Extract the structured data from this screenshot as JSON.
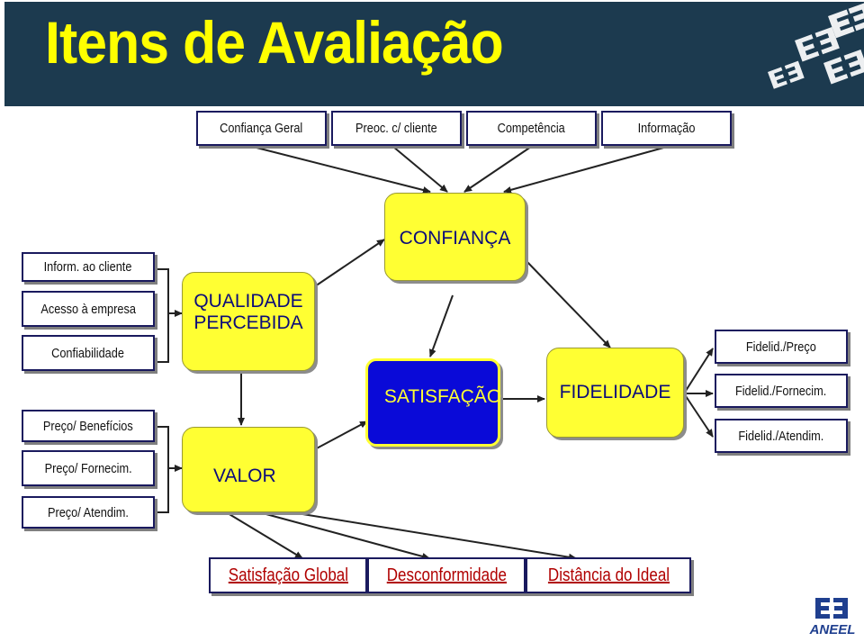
{
  "header": {
    "title": "Itens de Avaliação"
  },
  "top_items": [
    "Confiança Geral",
    "Preoc. c/ cliente",
    "Competência",
    "Informação"
  ],
  "left_items": [
    "Inform. ao cliente",
    "Acesso à empresa",
    "Confiabilidade"
  ],
  "price_items": [
    "Preço/ Benefícios",
    "Preço/ Fornecim.",
    "Preço/ Atendim."
  ],
  "fidelity_items": [
    "Fidelid./Preço",
    "Fidelid./Fornecim.",
    "Fidelid./Atendim."
  ],
  "nodes": {
    "confianca": "CONFIANÇA",
    "qualidade_line1": "QUALIDADE",
    "qualidade_line2": "PERCEBIDA",
    "valor": "VALOR",
    "satisfacao": "SATISFAÇÃO",
    "fidelidade": "FIDELIDADE"
  },
  "bottom_items": [
    "Satisfação Global",
    "Desconformidade",
    "Distância do Ideal"
  ],
  "logo": {
    "text": "ANEEL",
    "icon": "aneel-logo-icon"
  },
  "colors": {
    "title_band": "#1c3a4f",
    "title_text": "#ffff00",
    "node_yellow": "#ffff33",
    "satisfacao_blue": "#0a0ad8",
    "bottom_text": "#b00000"
  }
}
